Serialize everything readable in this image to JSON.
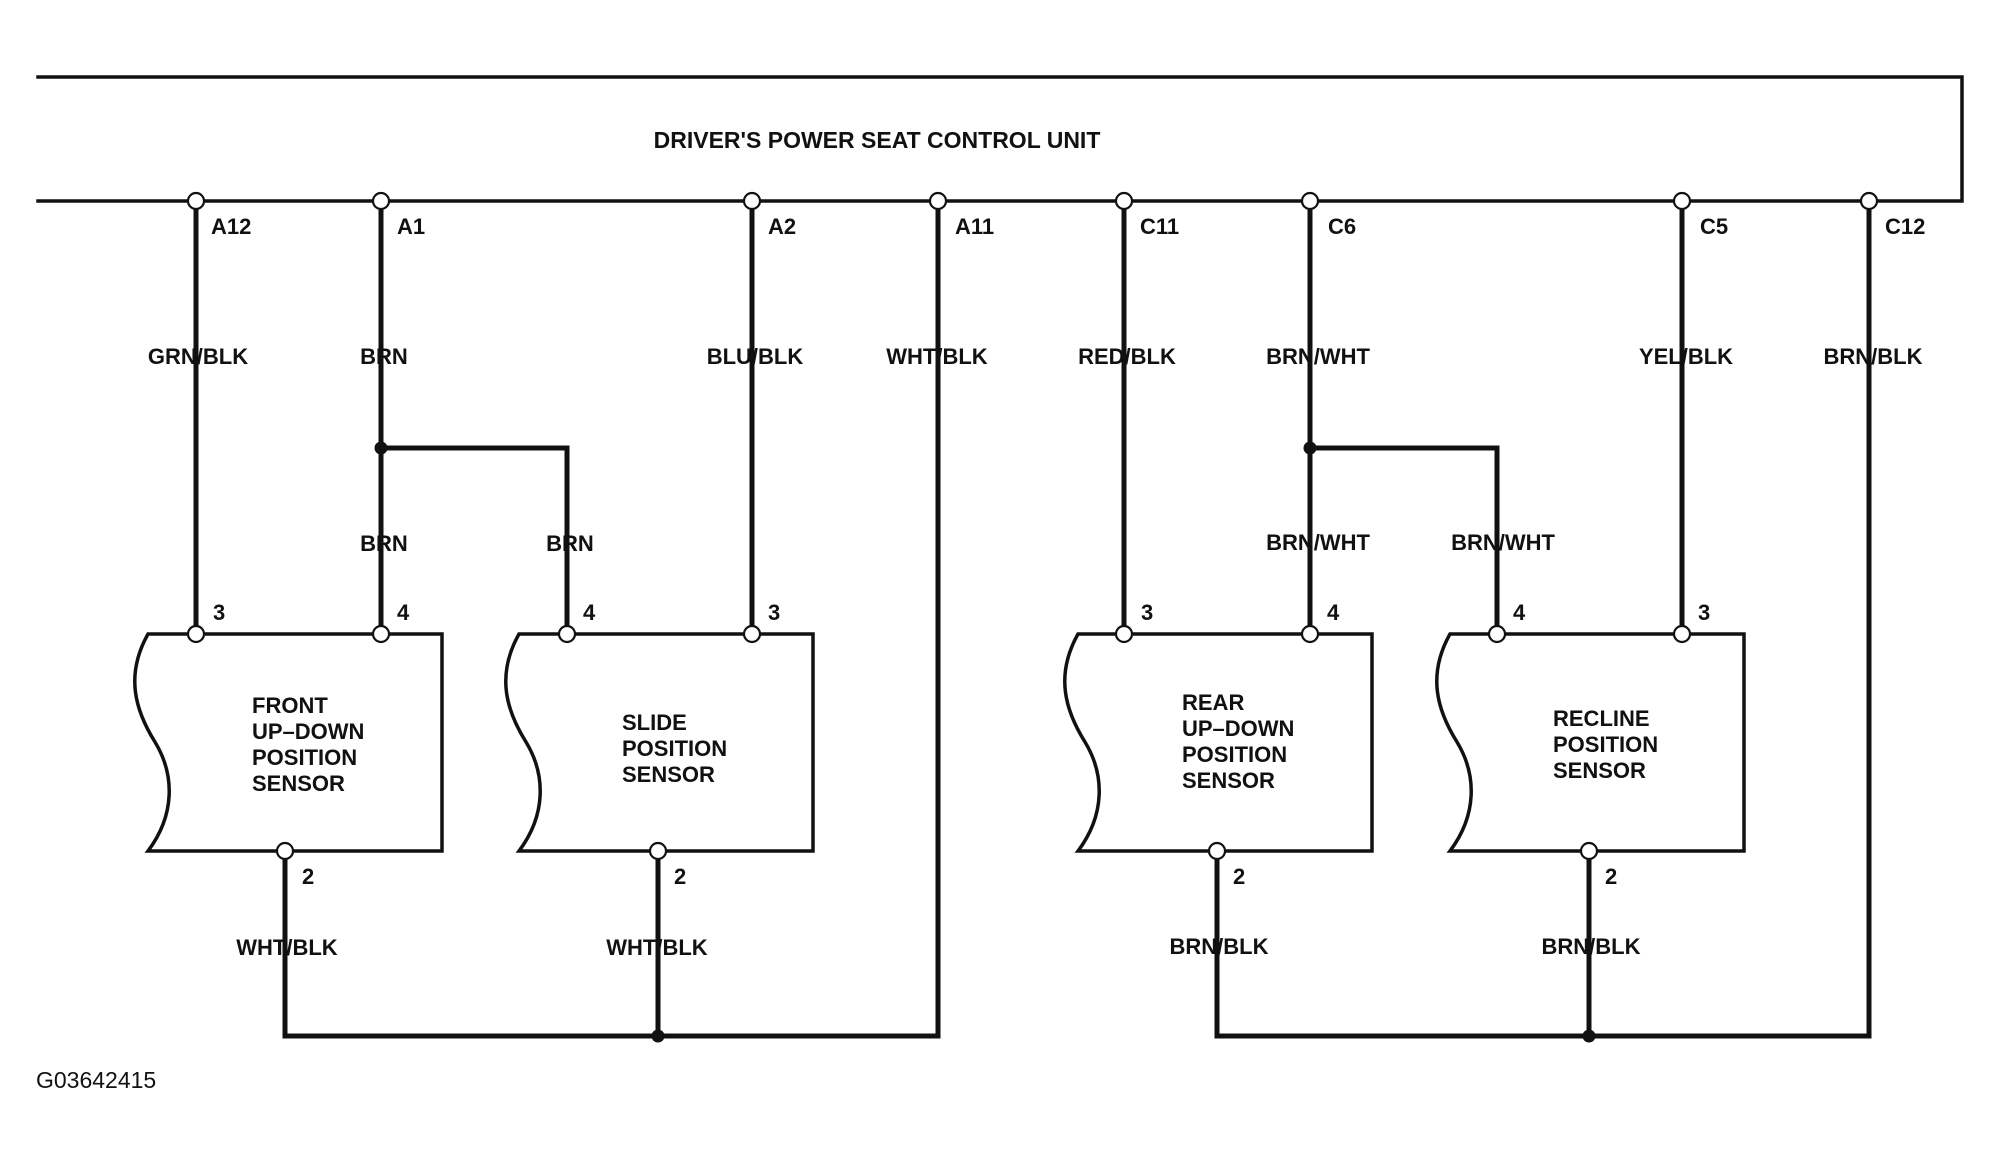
{
  "unit": {
    "title": "DRIVER'S POWER SEAT CONTROL UNIT"
  },
  "terminals": {
    "a12": "A12",
    "a1": "A1",
    "a2": "A2",
    "a11": "A11",
    "c11": "C11",
    "c6": "C6",
    "c5": "C5",
    "c12": "C12"
  },
  "wires": {
    "a12": "GRN/BLK",
    "a1": "BRN",
    "a1_branch_left": "BRN",
    "a1_branch_right": "BRN",
    "a2": "BLU/BLK",
    "a11": "WHT/BLK",
    "c11": "RED/BLK",
    "c6": "BRN/WHT",
    "c6_branch_left": "BRN/WHT",
    "c6_branch_right": "BRN/WHT",
    "c5": "YEL/BLK",
    "c12": "BRN/BLK",
    "front_ground": "WHT/BLK",
    "slide_ground": "WHT/BLK",
    "rear_ground": "BRN/BLK",
    "recline_ground": "BRN/BLK"
  },
  "sensors": [
    {
      "lines": [
        "FRONT",
        "UP–DOWN",
        "POSITION",
        "SENSOR"
      ],
      "pins": [
        "3",
        "4",
        "2"
      ]
    },
    {
      "lines": [
        "SLIDE",
        "POSITION",
        "SENSOR"
      ],
      "pins": [
        "4",
        "3",
        "2"
      ]
    },
    {
      "lines": [
        "REAR",
        "UP–DOWN",
        "POSITION",
        "SENSOR"
      ],
      "pins": [
        "3",
        "4",
        "2"
      ]
    },
    {
      "lines": [
        "RECLINE",
        "POSITION",
        "SENSOR"
      ],
      "pins": [
        "4",
        "3",
        "2"
      ]
    }
  ],
  "figure_id": "G03642415"
}
